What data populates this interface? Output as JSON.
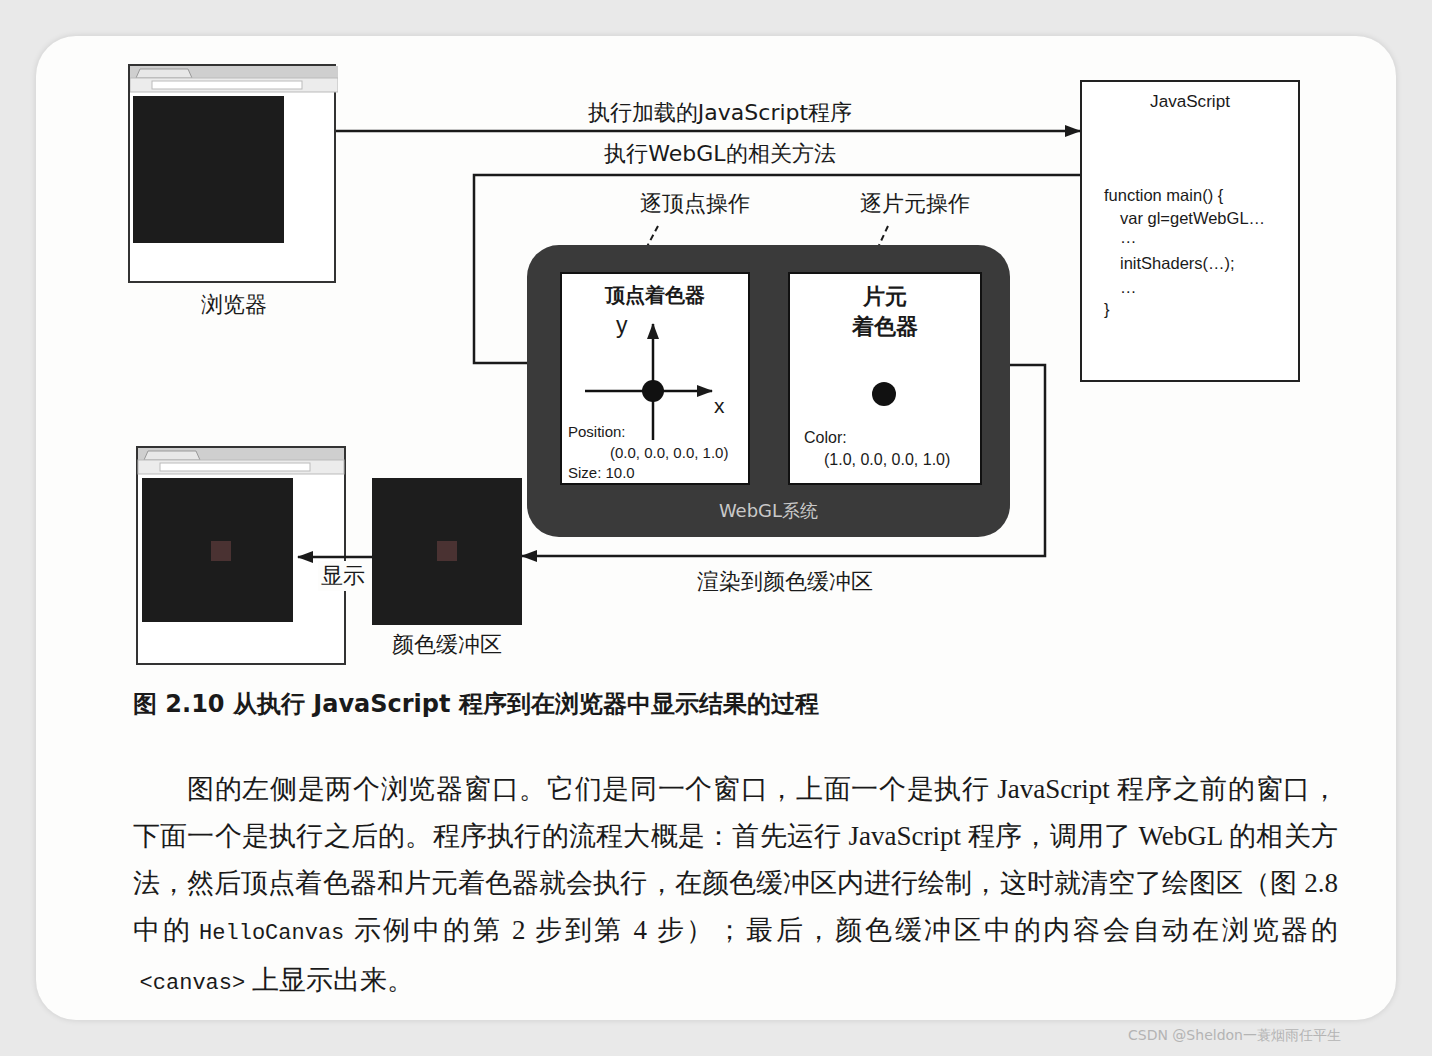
{
  "diagram": {
    "caption": "图 2.10 从执行 JavaScript 程序到在浏览器中显示结果的过程",
    "nodes": [
      {
        "text": [
          "浏览器"
        ]
      },
      {
        "text": [
          "JavaScript",
          "function main() {",
          "var gl=getWebGL…",
          "…",
          "initShaders(…);",
          "…",
          "}"
        ]
      },
      {
        "text": [
          "WebGL系统"
        ]
      },
      {
        "text": [
          "顶点着色器",
          "y",
          "x",
          "Position:",
          "(0.0, 0.0, 0.0, 1.0)",
          "Size: 10.0"
        ],
        "in": 2
      },
      {
        "text": [
          "片元 着色器",
          "Color:",
          "(1.0, 0.0, 0.0, 1.0)"
        ],
        "in": 2
      },
      {
        "text": [
          "颜色缓冲区"
        ]
      }
    ],
    "edges": [
      {
        "from": 0,
        "to": 1,
        "label": "执行加载的JavaScript程序",
        "arrow": "to"
      },
      {
        "from": 1,
        "to": 3,
        "label": "执行WebGL的相关方法",
        "arrow": "to"
      },
      {
        "from": 3,
        "to": 4,
        "arrow": "to"
      },
      {
        "from": 4,
        "to": 5,
        "label": "渲染到颜色缓冲区",
        "arrow": "to"
      }
    ],
    "labels": [
      "逐顶点操作",
      "逐片元操作",
      "显示",
      "图的左侧是两个浏览器窗口。它们是同一个窗口，上面一个是执行 JavaScript 程序之前的窗口，下面一个是执行之后的。程序执行的流程大概是：首先运行 JavaScript 程序，调用了 WebGL 的相关方法，然后顶点着色器和片元着色器就会执行，在颜色缓冲区内进行绘制，这时就清空了绘图区（图 2.8 中的",
      "HelloCanvas",
      "示例中的第 2 步到第 4 步）；最后，颜色缓冲区中的内容会自动在浏览器的",
      "<canvas>",
      "上显示出来。",
      "CSDN @Sheldon一蓑烟雨任平生"
    ]
  }
}
